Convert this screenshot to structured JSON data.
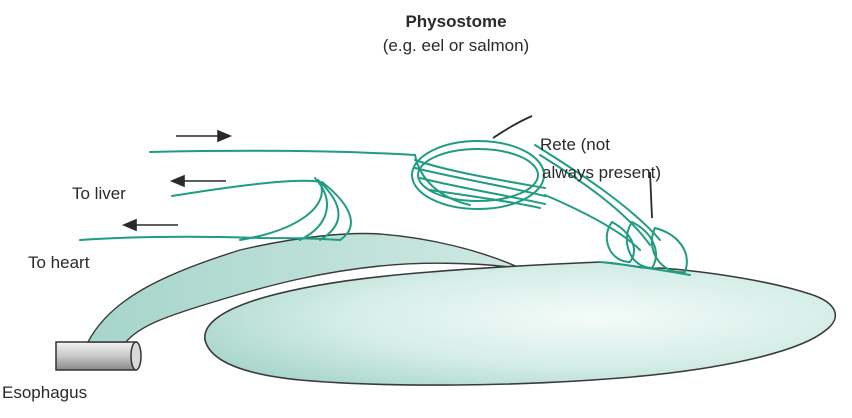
{
  "diagram": {
    "title": "Physostome",
    "subtitle": "(e.g. eel or salmon)",
    "labels": {
      "rete_line1": "Rete (not",
      "rete_line2": "always present)",
      "to_liver": "To liver",
      "to_heart": "To heart",
      "esophagus": "Esophagus"
    },
    "colors": {
      "vessel": "#1f9c82",
      "bladder_fill": "#cfe9e3",
      "bladder_outline": "#3a3a3a",
      "arrow": "#2a2a2a",
      "text": "#2a2a2a"
    }
  }
}
